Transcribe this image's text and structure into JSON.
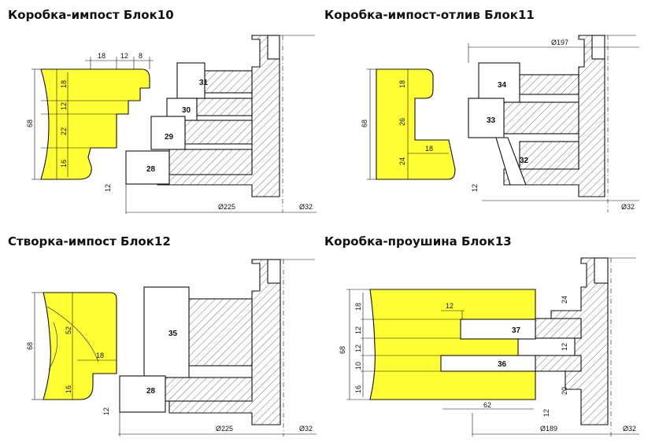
{
  "blocks": [
    {
      "title": "Коробка-импост Блок10",
      "parts": [
        "31",
        "30",
        "29",
        "28"
      ],
      "dims": [
        "18",
        "12",
        "8",
        "18",
        "12",
        "22",
        "16",
        "68",
        "12",
        "Ø225",
        "Ø32"
      ]
    },
    {
      "title": "Коробка-импост-отлив Блок11",
      "parts": [
        "34",
        "33",
        "32"
      ],
      "dims": [
        "Ø197",
        "18",
        "26",
        "18",
        "24",
        "68",
        "12",
        "Ø32"
      ]
    },
    {
      "title": "Створка-импост Блок12",
      "parts": [
        "35",
        "28"
      ],
      "dims": [
        "52",
        "18",
        "16",
        "68",
        "12",
        "Ø225",
        "Ø32"
      ]
    },
    {
      "title": "Коробка-проушина Блок13",
      "parts": [
        "37",
        "36"
      ],
      "dims": [
        "12",
        "18",
        "12",
        "12",
        "10",
        "16",
        "68",
        "24",
        "12",
        "20",
        "62",
        "12",
        "Ø189",
        "Ø32"
      ]
    }
  ]
}
